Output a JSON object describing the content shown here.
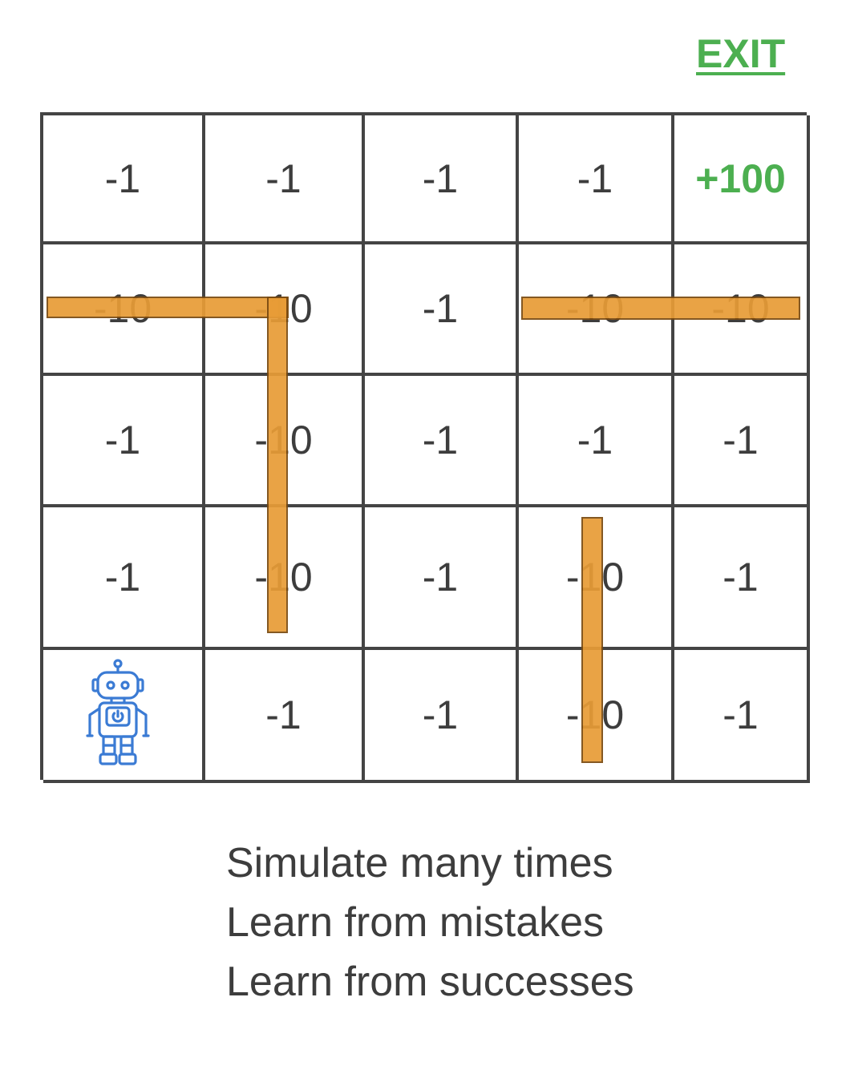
{
  "exit": {
    "label": "EXIT",
    "color": "#4caf50"
  },
  "grid": {
    "rows": [
      [
        "-1",
        "-1",
        "-1",
        "-1",
        "+100"
      ],
      [
        "-10",
        "-10",
        "-1",
        "-10",
        "-10"
      ],
      [
        "-1",
        "-10",
        "-1",
        "-1",
        "-1"
      ],
      [
        "-1",
        "-10",
        "-1",
        "-10",
        "-1"
      ],
      [
        "",
        "-1",
        "-1",
        "-10",
        "-1"
      ]
    ],
    "goal_color": "#4caf50",
    "wall_color": "#e89c36",
    "agent_icon": "robot-icon",
    "agent_color": "#3b7bd4"
  },
  "caption": {
    "line1": "Simulate many times",
    "line2": "Learn from mistakes",
    "line3": "Learn from successes"
  }
}
